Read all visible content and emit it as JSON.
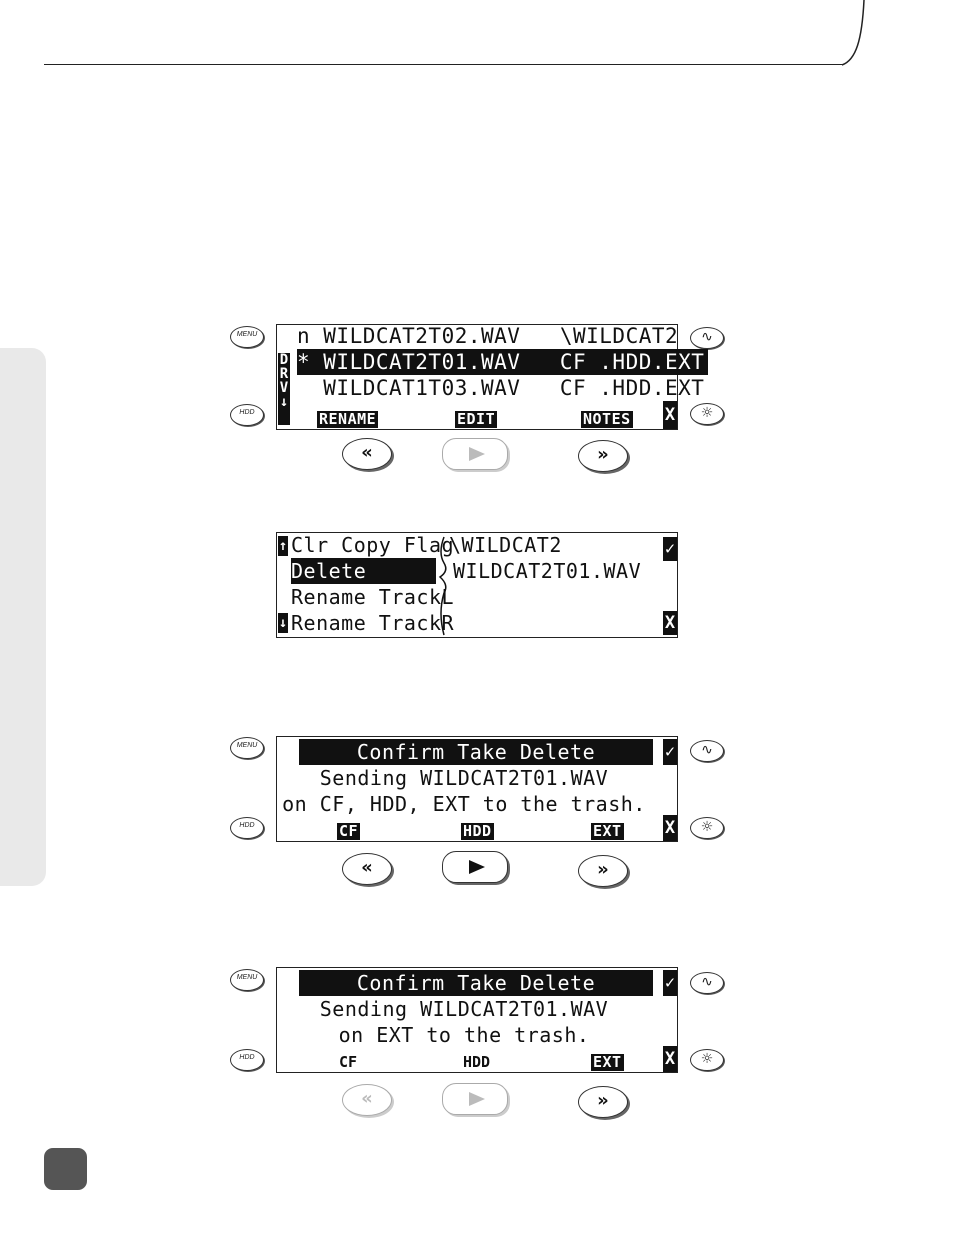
{
  "labels": {
    "menu": "MENU",
    "hdd": "HDD"
  },
  "icons": {
    "rewind": "rewind-icon",
    "play": "play-icon",
    "ffwd": "fast-forward-icon",
    "wave": "sine-wave-icon",
    "light": "backlight-icon"
  },
  "screen1": {
    "rows": [
      "n WILDCAT2T02.WAV   \\WILDCAT2",
      "* WILDCAT2T01.WAV   CF .HDD.EXT",
      "  WILDCAT1T03.WAV   CF .HDD.EXT"
    ],
    "side": "DRV",
    "softkeys": [
      "RENAME",
      "EDIT",
      "NOTES"
    ],
    "cancel": "X"
  },
  "screen2": {
    "menu": [
      "Clr Copy Flag",
      "Delete",
      "Rename TrackL",
      "Rename TrackR"
    ],
    "path": [
      "\\WILDCAT2",
      "WILDCAT2T01.WAV"
    ],
    "ok": "✓",
    "cancel": "X"
  },
  "screen3": {
    "title": "Confirm Take Delete",
    "line1": "Sending WILDCAT2T01.WAV",
    "line2": "on CF, HDD, EXT to the trash.",
    "softkeys": [
      "CF",
      "HDD",
      "EXT"
    ],
    "ok": "✓",
    "cancel": "X"
  },
  "screen4": {
    "title": "Confirm Take Delete",
    "line1": "Sending WILDCAT2T01.WAV",
    "line2": "on EXT to the trash.",
    "softkeys": [
      "CF",
      "HDD",
      "EXT"
    ],
    "ok": "✓",
    "cancel": "X"
  }
}
